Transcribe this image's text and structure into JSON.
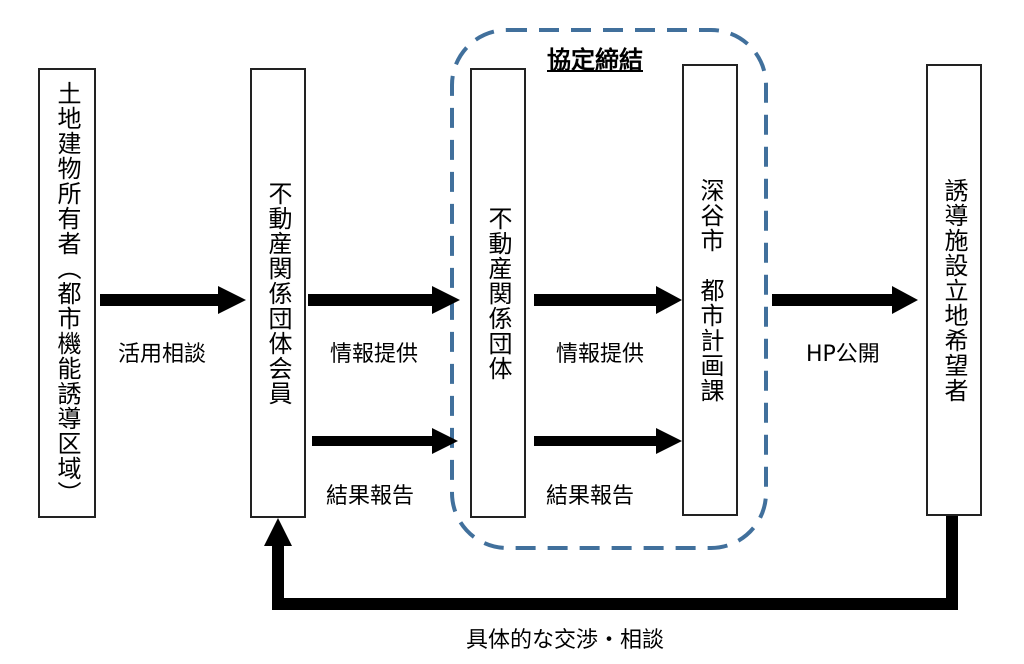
{
  "group": {
    "title": "協定締結",
    "border_color": "#41709C"
  },
  "boxes": {
    "owner": "土地建物所有者︵都市機能誘導区域︶",
    "member": "不動産関係団体会員",
    "association": "不動産関係団体",
    "city": "深谷市　都市計画課",
    "applicant": "誘導施設立地希望者"
  },
  "labels": {
    "consult": "活用相談",
    "info1": "情報提供",
    "info2": "情報提供",
    "report1": "結果報告",
    "report2": "結果報告",
    "hp": "HP公開",
    "negotiate": "具体的な交渉・相談"
  }
}
